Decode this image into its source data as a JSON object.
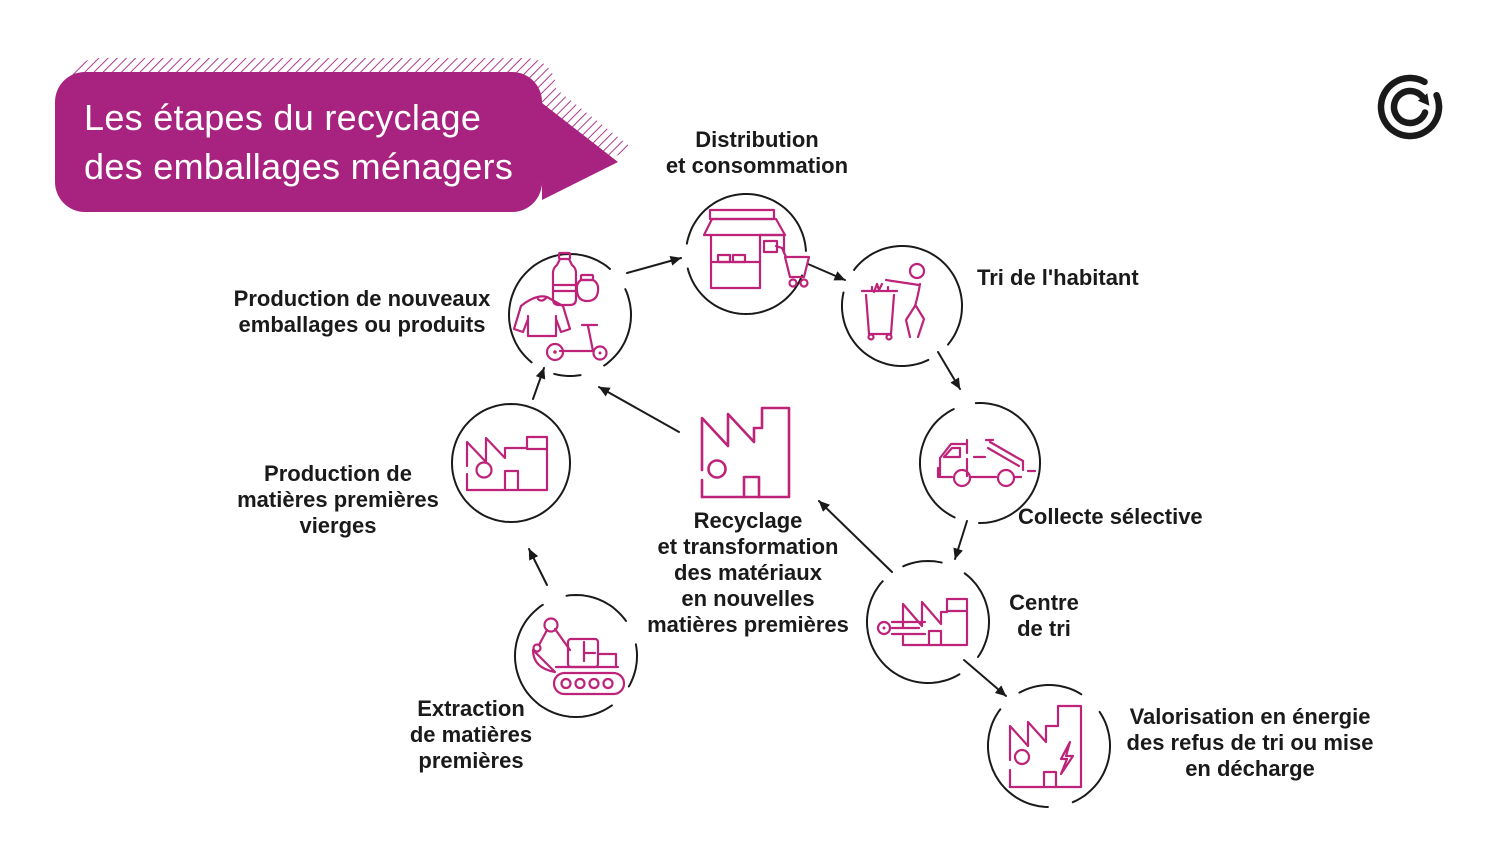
{
  "title": {
    "line1": "Les étapes du recyclage",
    "line2": "des emballages ménagers"
  },
  "logo": {
    "name": "citeo-logo"
  },
  "colors": {
    "bubble_magenta": "#A8227F",
    "icon_magenta": "#BC2379",
    "line_black": "#1A1A1A",
    "text_black": "#1A1A1A",
    "background": "#FFFFFF"
  },
  "steps": [
    {
      "id": "distribution",
      "icon": "store-cart-icon",
      "lines": [
        "Distribution",
        "et consommation"
      ]
    },
    {
      "id": "tri-habitant",
      "icon": "person-bin-icon",
      "lines": [
        "Tri de l'habitant"
      ]
    },
    {
      "id": "collecte-selective",
      "icon": "garbage-truck-icon",
      "lines": [
        "Collecte sélective"
      ]
    },
    {
      "id": "centre-de-tri",
      "icon": "sorting-factory-icon",
      "lines": [
        "Centre",
        "de tri"
      ]
    },
    {
      "id": "valorisation",
      "icon": "energy-factory-icon",
      "lines": [
        "Valorisation en énergie",
        "des refus de tri ou mise",
        "en décharge"
      ]
    },
    {
      "id": "recyclage",
      "icon": "recycling-factory-icon",
      "lines": [
        "Recyclage",
        "et transformation",
        "des matériaux",
        "en nouvelles",
        "matières premières"
      ]
    },
    {
      "id": "production-nouveaux",
      "icon": "new-products-icon",
      "lines": [
        "Production de nouveaux",
        "emballages ou produits"
      ]
    },
    {
      "id": "production-vierges",
      "icon": "virgin-materials-factory-icon",
      "lines": [
        "Production de",
        "matières premières",
        "vierges"
      ]
    },
    {
      "id": "extraction",
      "icon": "excavator-icon",
      "lines": [
        "Extraction",
        "de matières",
        "premières"
      ]
    }
  ]
}
